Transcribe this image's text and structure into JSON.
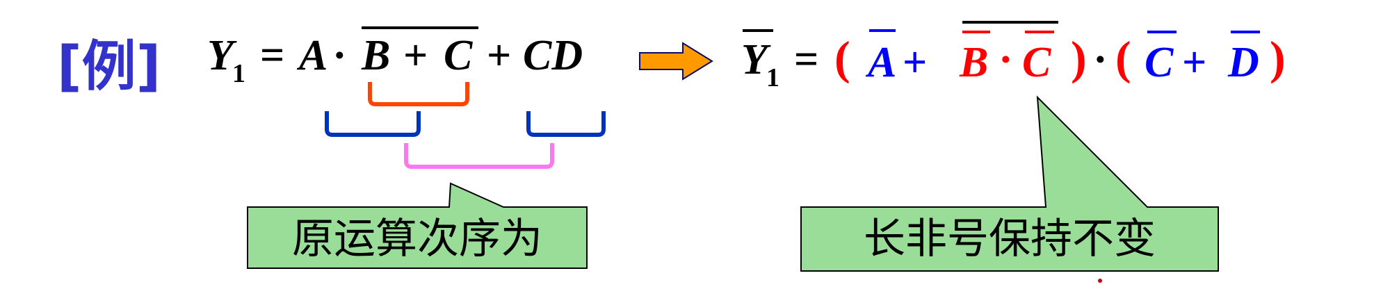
{
  "example_label": "[例]",
  "left_formula": {
    "lhs_var": "Y",
    "lhs_sub": "1",
    "equals": "=",
    "term_a": "A",
    "dot": "·",
    "over_b": "B",
    "plus": "+",
    "over_c": "C",
    "plus2": "+",
    "term_cd": "CD"
  },
  "right_formula": {
    "lhs_var": "Y",
    "lhs_sub": "1",
    "equals": "=",
    "open1": "(",
    "a": "A",
    "plus1": "+",
    "b": "B",
    "dot1": "·",
    "c1": "C",
    "close1": ")",
    "dot2": "·",
    "open2": "(",
    "c2": "C",
    "plus2": "+",
    "d": "D",
    "close2": ")"
  },
  "callouts": {
    "left": "原运算次序为",
    "right": "长非号保持不变"
  },
  "colors": {
    "label_blue": "#3333cc",
    "black": "#000000",
    "red": "#ff0000",
    "blue": "#0000ff",
    "bracket_orange": "#ff4400",
    "bracket_blue": "#0033bb",
    "bracket_pink": "#ff77ee",
    "arrow_fill": "#ff9900",
    "arrow_stroke": "#0a0a66",
    "callout_fill": "#99dd99"
  }
}
